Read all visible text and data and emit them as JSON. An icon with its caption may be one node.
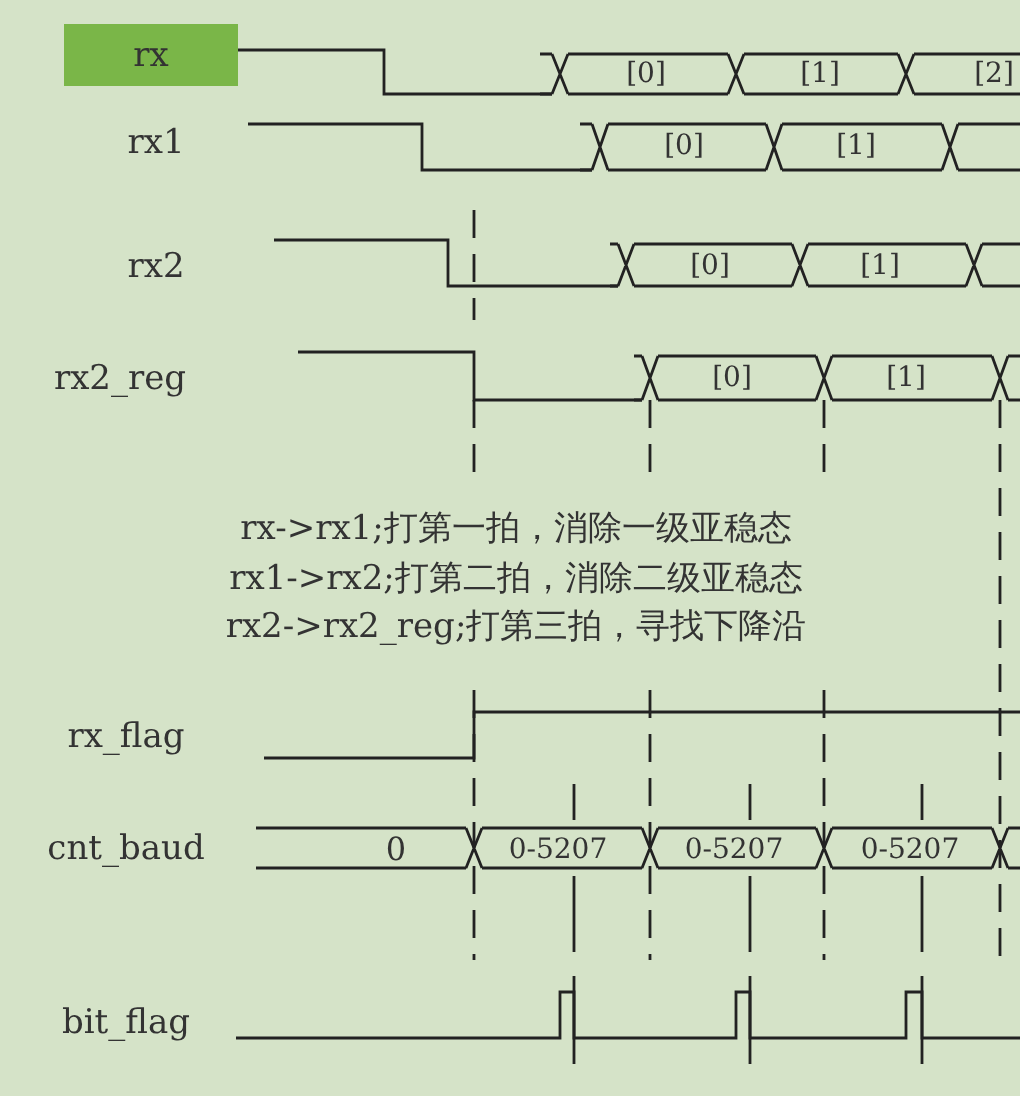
{
  "diagram": {
    "nodes": [
      {
        "text": [
          "rx"
        ]
      }
    ],
    "labels": [
      "[0]",
      "[1]",
      "[2]",
      "rx1",
      "[0]",
      "[1]",
      "rx2",
      "[0]",
      "[1]",
      "rx2_reg",
      "[0]",
      "[1]",
      "rx->rx1;打第一拍，消除一级亚稳态",
      "rx1->rx2;打第二拍，消除二级亚稳态",
      "rx2->rx2_reg;打第三拍，寻找下降沿",
      "rx_flag",
      "cnt_baud",
      "0",
      "0-5207",
      "0-5207",
      "0-5207",
      "bit_flag"
    ]
  }
}
